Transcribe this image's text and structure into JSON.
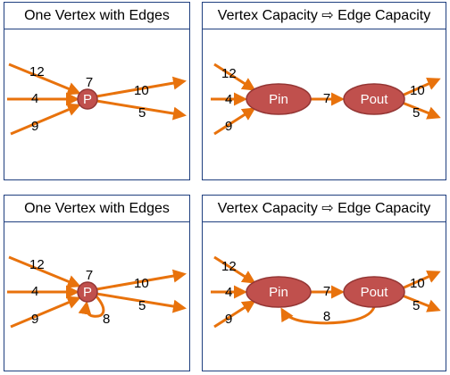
{
  "colors": {
    "edge": "#E8720C",
    "node_fill": "#C0504D",
    "node_stroke": "#943634",
    "panel_border": "#1F3F7F"
  },
  "panels": [
    {
      "title": "One Vertex with Edges"
    },
    {
      "title": "Vertex Capacity ⇨ Edge Capacity"
    },
    {
      "title": "One Vertex with Edges"
    },
    {
      "title": "Vertex Capacity ⇨ Edge Capacity"
    }
  ],
  "diagram": {
    "vertex_label": "P",
    "pin_label": "Pin",
    "pout_label": "Pout",
    "vertex_capacity": "7",
    "in_edges": [
      "12",
      "4",
      "9"
    ],
    "out_edges": [
      "10",
      "5"
    ],
    "loop_edge": "8"
  }
}
